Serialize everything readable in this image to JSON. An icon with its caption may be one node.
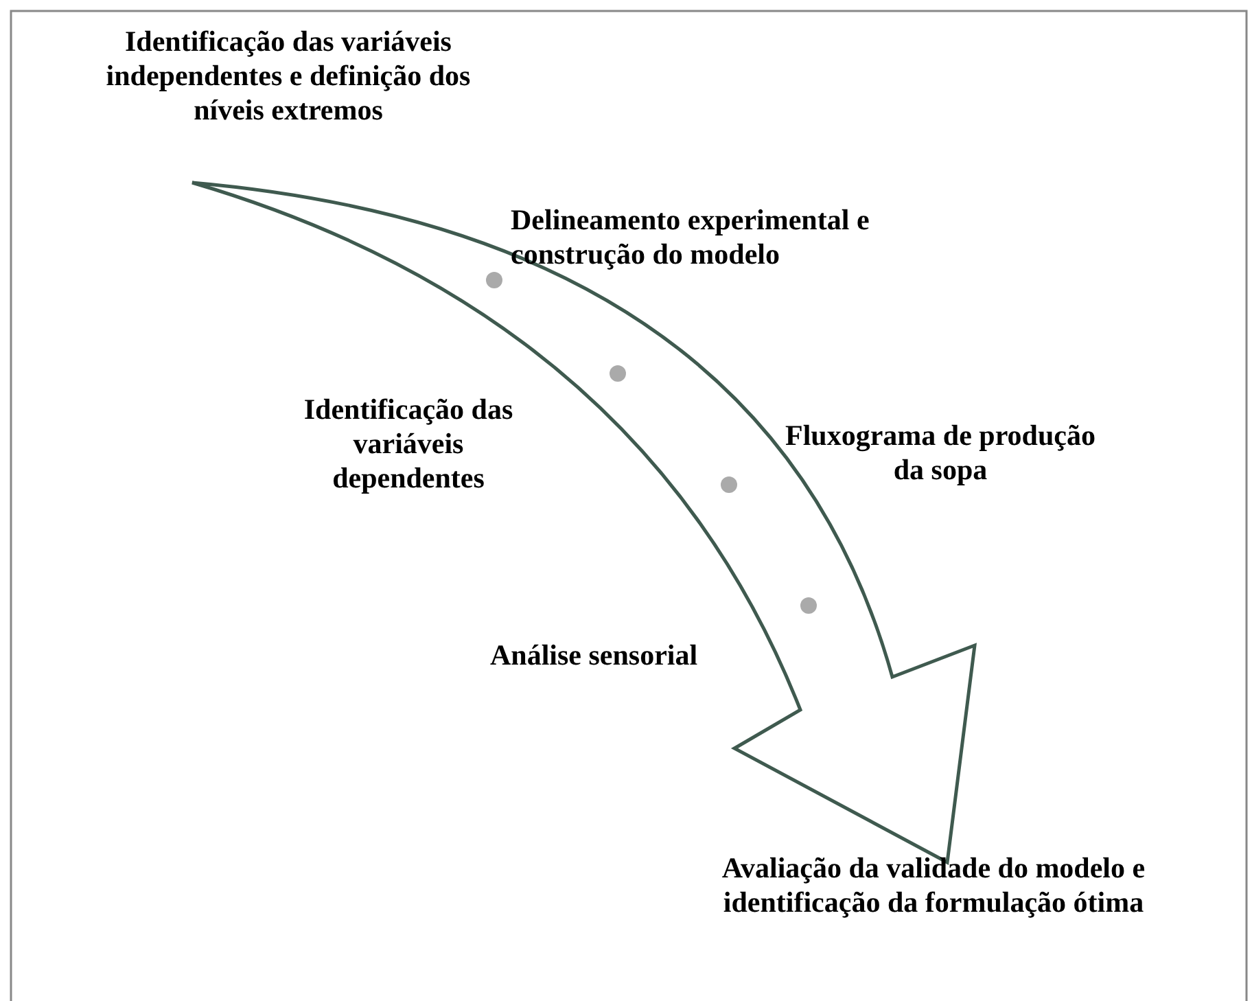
{
  "diagram": {
    "nodes": [
      {
        "text": [
          "Identificação das variáveis independentes e  definição dos níveis extremos"
        ]
      },
      {
        "text": [
          "Avaliação da validade do modelo e identificação da formulação ótima"
        ]
      }
    ],
    "edges": [
      {
        "from": 0,
        "to": 1,
        "arrow": "to"
      }
    ],
    "labels": [
      "Delineamento experimental e construção do modelo",
      "Identificação das variáveis dependentes",
      "Fluxograma de produção da sopa",
      "Análise sensorial"
    ]
  }
}
